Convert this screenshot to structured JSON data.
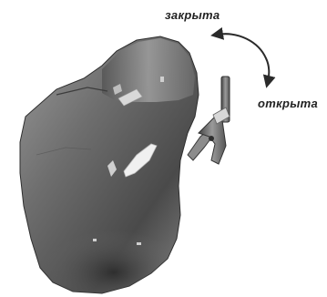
{
  "labels": {
    "closed": "закрыта",
    "open": "открыта"
  },
  "colors": {
    "text": "#222222",
    "arrow": "#2a2a2a",
    "body_dark": "#3a3a3a",
    "body_mid": "#7a7a7a",
    "body_light": "#b8b8b8",
    "highlight": "#e6e6e6"
  },
  "icons": {
    "rotation_arrow": "curved-double-arrow",
    "part": "hinged-cover-part"
  }
}
